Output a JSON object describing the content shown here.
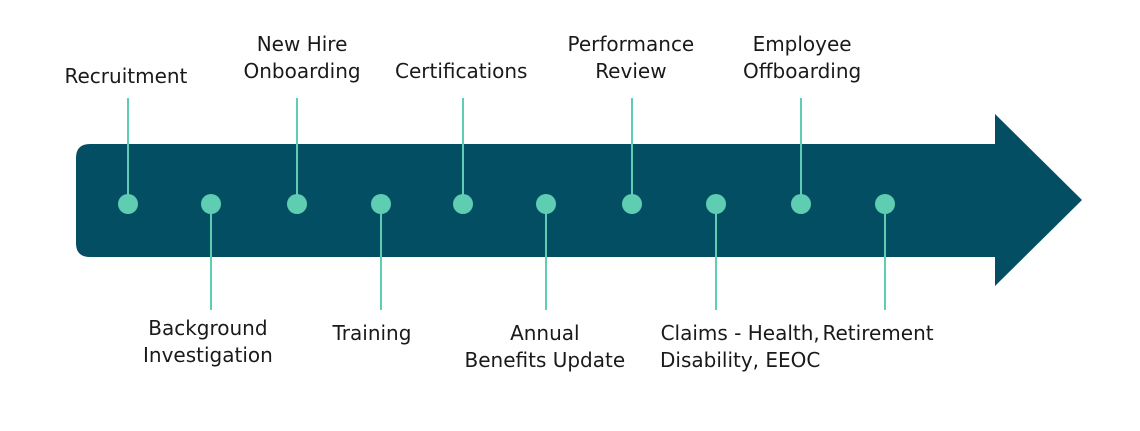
{
  "colors": {
    "arrow": "#044e64",
    "dot": "#5fcdb1",
    "line": "#5fcdb1",
    "text": "#1a1a1a"
  },
  "stages": [
    {
      "id": "recruitment",
      "position": "above",
      "lines": [
        "Recruitment"
      ]
    },
    {
      "id": "background-investigation",
      "position": "below",
      "lines": [
        "Background",
        "Investigation"
      ]
    },
    {
      "id": "new-hire-onboarding",
      "position": "above",
      "lines": [
        "New Hire",
        "Onboarding"
      ]
    },
    {
      "id": "training",
      "position": "below",
      "lines": [
        "Training"
      ]
    },
    {
      "id": "certifications",
      "position": "above",
      "lines": [
        "Certifications"
      ]
    },
    {
      "id": "annual-benefits-update",
      "position": "below",
      "lines": [
        "Annual",
        "Benefits Update"
      ]
    },
    {
      "id": "performance-review",
      "position": "above",
      "lines": [
        "Performance",
        "Review"
      ]
    },
    {
      "id": "claims",
      "position": "below",
      "lines": [
        "Claims - Health,",
        "Disability, EEOC"
      ]
    },
    {
      "id": "employee-offboarding",
      "position": "above",
      "lines": [
        "Employee",
        "Offboarding"
      ]
    },
    {
      "id": "retirement",
      "position": "below",
      "lines": [
        "Retirement"
      ]
    }
  ]
}
